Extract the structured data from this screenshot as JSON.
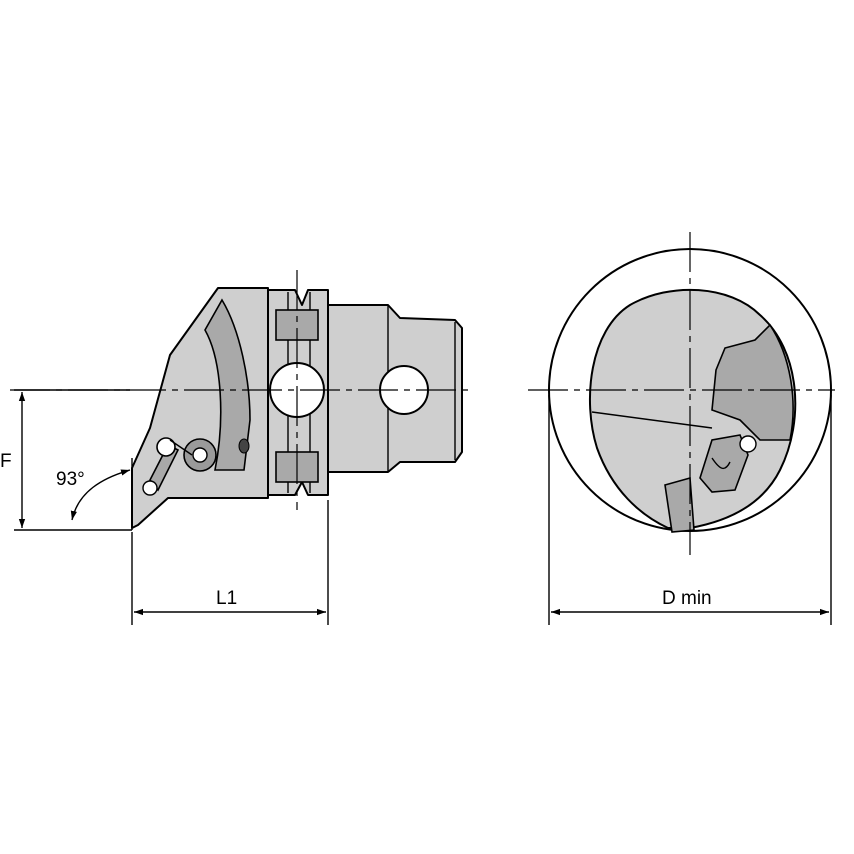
{
  "labels": {
    "angle": "93°",
    "f": "F",
    "l1": "L1",
    "dmin": "D min"
  }
}
